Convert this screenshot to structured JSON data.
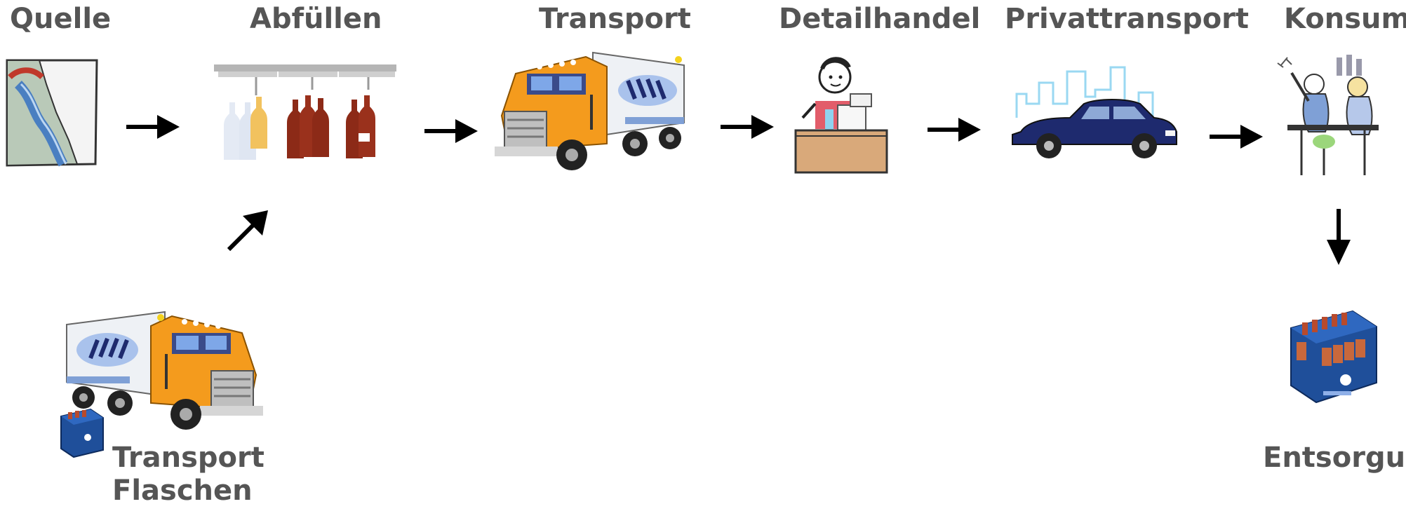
{
  "flow": {
    "stages": [
      {
        "id": "quelle",
        "label": "Quelle",
        "icon": "spring-water-icon"
      },
      {
        "id": "abfuellen",
        "label": "Abfüllen",
        "icon": "bottling-line-icon"
      },
      {
        "id": "transport",
        "label": "Transport",
        "icon": "truck-icon"
      },
      {
        "id": "detailhandel",
        "label": "Detailhandel",
        "icon": "shop-cashier-icon"
      },
      {
        "id": "privattransport",
        "label": "Privattransport",
        "icon": "car-icon"
      },
      {
        "id": "konsum",
        "label": "Konsum",
        "icon": "bar-people-icon"
      }
    ],
    "side_stages": [
      {
        "id": "transport-flaschen",
        "label_lines": [
          "Transport",
          "Flaschen"
        ],
        "icon": "truck-with-crate-icon"
      },
      {
        "id": "entsorgung",
        "label": "Entsorgung",
        "icon": "bottle-crate-icon"
      }
    ]
  },
  "colors": {
    "text": "#555555",
    "arrow": "#000000",
    "truck_orange": "#f49b1d",
    "bottle_brown": "#8c2a17",
    "car_blue": "#1e2a6e",
    "crate_blue": "#1f4f9a",
    "counter_tan": "#d9a97a",
    "water_blue": "#4a7fc1"
  }
}
